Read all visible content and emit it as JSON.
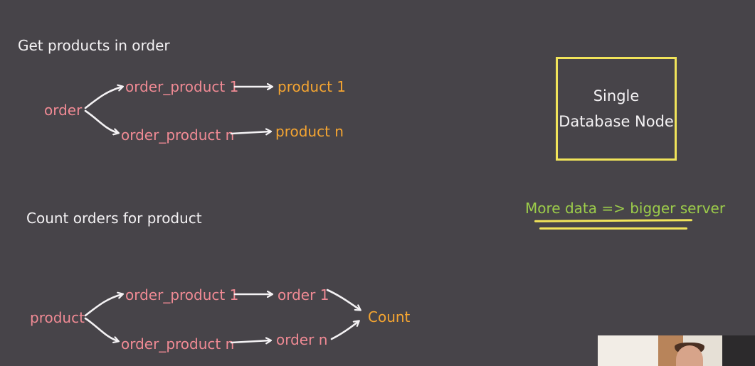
{
  "section1": {
    "title": "Get products in order",
    "root": "order",
    "branch1": "order_product 1",
    "branch2": "order_product n",
    "leaf1": "product 1",
    "leaf2": "product n"
  },
  "section2": {
    "title": "Count orders for product",
    "root": "product",
    "branch1": "order_product 1",
    "branch2": "order_product n",
    "mid1": "order 1",
    "mid2": "order n",
    "result": "Count"
  },
  "box": {
    "line1": "Single",
    "line2": "Database Node"
  },
  "note": "More data => bigger server",
  "colors": {
    "background": "#474449",
    "white_text": "#f4f2f4",
    "pink": "#f08a94",
    "orange": "#f5a531",
    "green": "#9ccc4a",
    "yellow": "#f1e45a"
  }
}
